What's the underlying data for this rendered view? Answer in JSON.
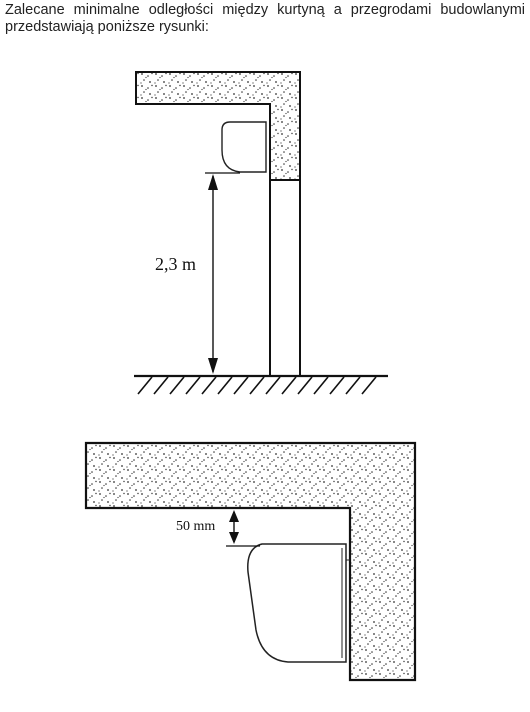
{
  "intro": {
    "line1": "Zalecane minimalne odległości między kurtyną a przegrodami budowlanymi",
    "line2": "przedstawiają poniższe rysunki:"
  },
  "figure_top": {
    "height_label": "2,3 m"
  },
  "figure_bottom": {
    "gap_label": "50 mm"
  }
}
